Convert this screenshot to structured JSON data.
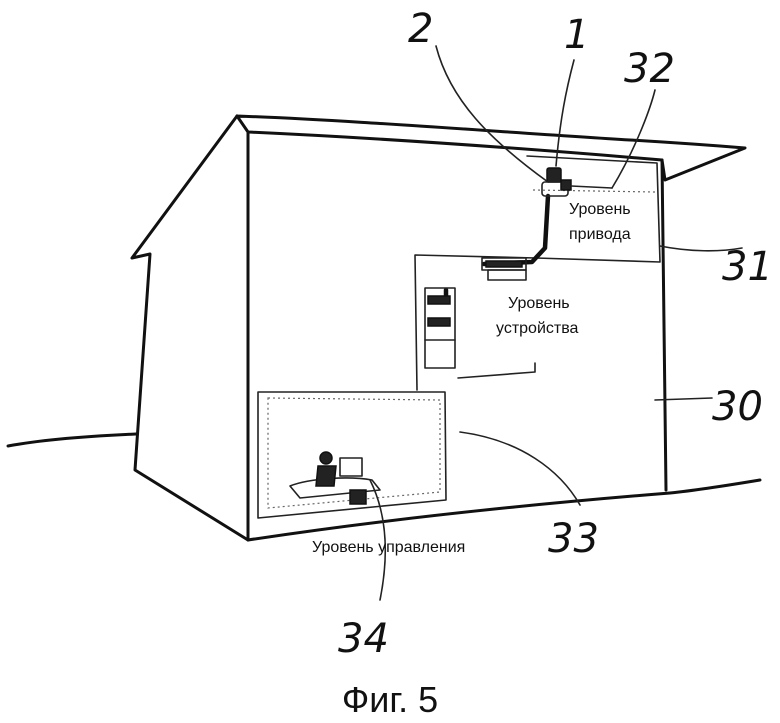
{
  "labels": {
    "drive_level_line1": "Уровень",
    "drive_level_line2": "привода",
    "device_level_line1": "Уровень",
    "device_level_line2": "устройства",
    "control_level": "Уровень управления"
  },
  "reference_numerals": {
    "n1": "1",
    "n2": "2",
    "n32": "32",
    "n31": "31",
    "n30": "30",
    "n33": "33",
    "n34": "34"
  },
  "caption": "Фиг. 5"
}
